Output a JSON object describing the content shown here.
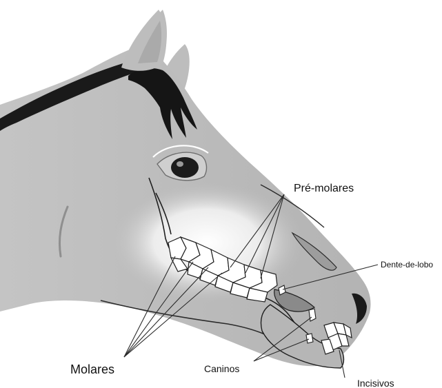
{
  "labels": {
    "premolars": "Pré-molares",
    "wolf_tooth": "Dente-de-lobo",
    "molars": "Molares",
    "canines": "Caninos",
    "incisors": "Incisivos"
  },
  "colors": {
    "coat": "#bdbdbd",
    "mane": "#1a1a1a",
    "outline": "#1f1f1f",
    "teeth": "#ffffff",
    "leader_line": "#2a2a2a"
  }
}
